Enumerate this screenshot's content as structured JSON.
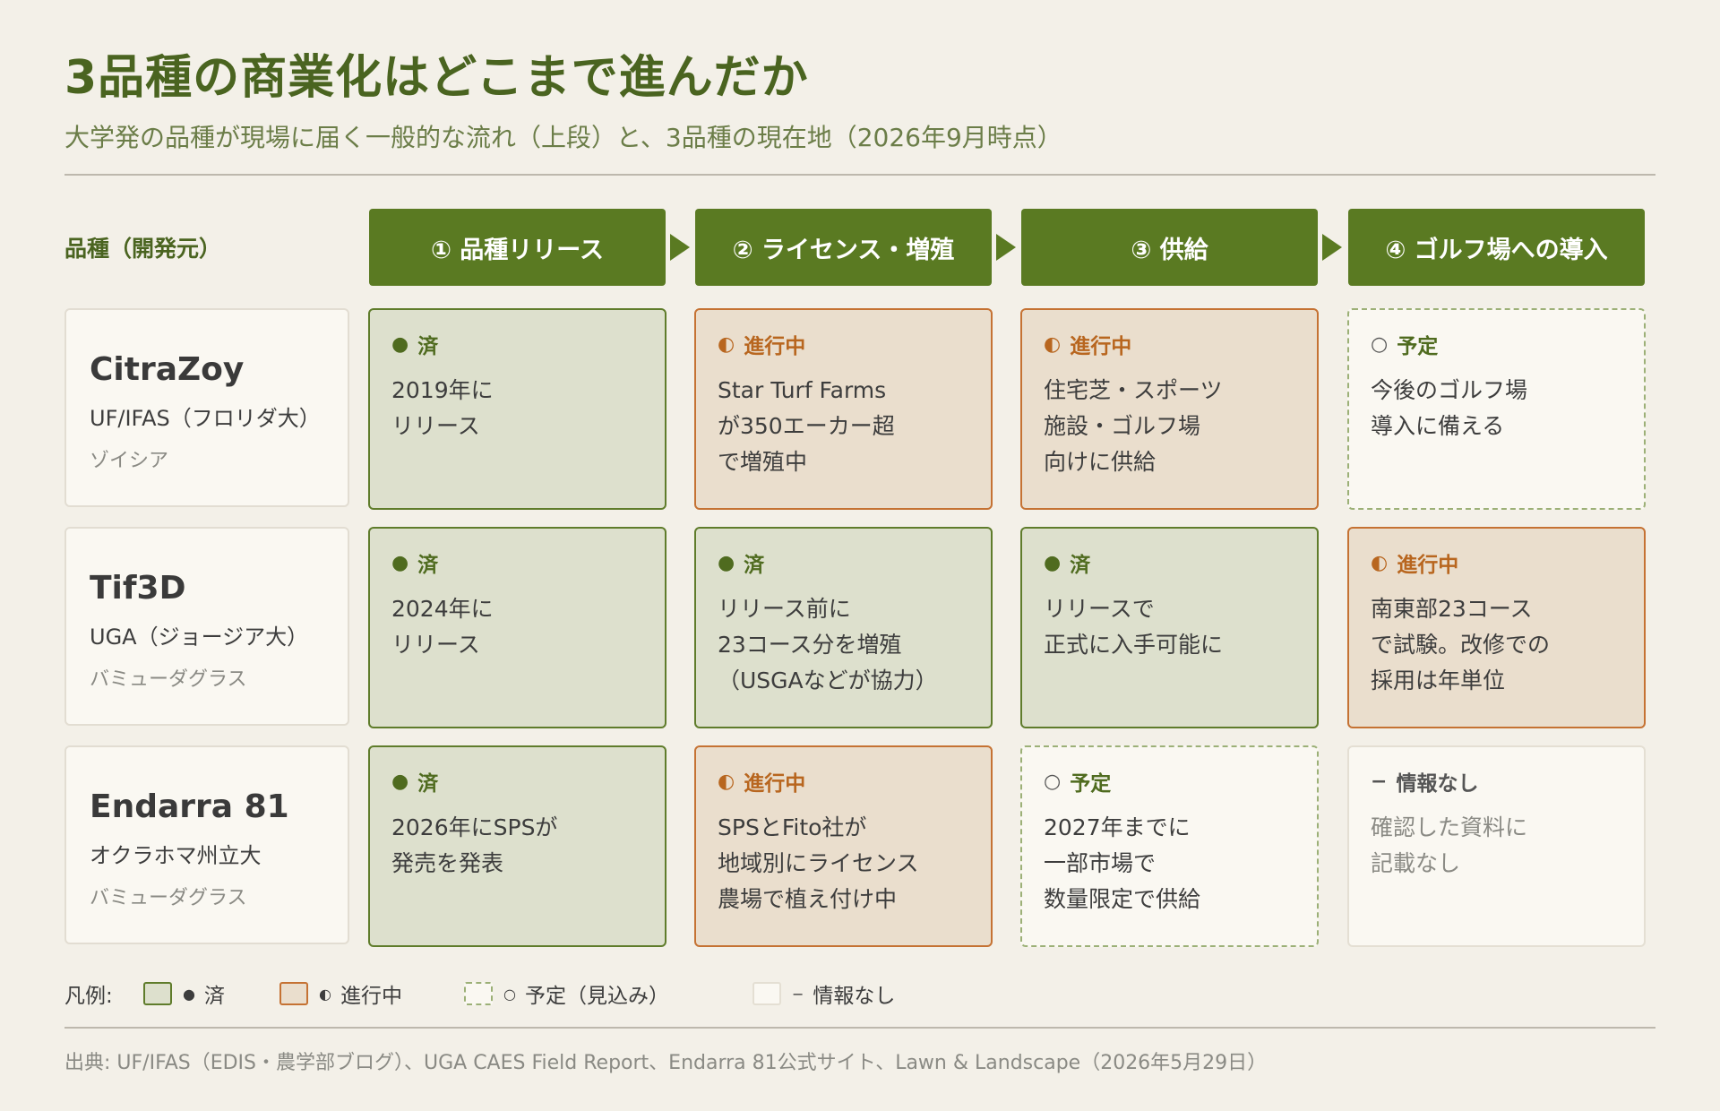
{
  "title": "3品種の商業化はどこまで進んだか",
  "subtitle": "大学発の品種が現場に届く一般的な流れ（上段）と、3品種の現在地（2026年9月時点）",
  "column_label": "品種（開発元）",
  "stages": [
    "① 品種リリース",
    "② ライセンス・増殖",
    "③ 供給",
    "④ ゴルフ場への導入"
  ],
  "colors": {
    "accent": "#5a7a22",
    "done_fill": "#dde0cd",
    "done_border": "#5f7c2b",
    "progress_fill": "#eadecd",
    "progress_border": "#c57233",
    "planned_border": "#9cb077"
  },
  "varieties": [
    {
      "name": "CitraZoy",
      "developer": "UF/IFAS（フロリダ大）",
      "grass": "ゾイシア",
      "cells": [
        {
          "kind": "done",
          "symbol": "●",
          "status": "済",
          "lines": [
            "2019年に",
            "リリース"
          ]
        },
        {
          "kind": "prog",
          "symbol": "◐",
          "status": "進行中",
          "lines": [
            "Star Turf Farms",
            "が350エーカー超",
            "で増殖中"
          ]
        },
        {
          "kind": "prog",
          "symbol": "◐",
          "status": "進行中",
          "lines": [
            "住宅芝・スポーツ",
            "施設・ゴルフ場",
            "向けに供給"
          ]
        },
        {
          "kind": "plan",
          "symbol": "○",
          "status": "予定",
          "lines": [
            "今後のゴルフ場",
            "導入に備える"
          ]
        }
      ]
    },
    {
      "name": "Tif3D",
      "developer": "UGA（ジョージア大）",
      "grass": "バミューダグラス",
      "cells": [
        {
          "kind": "done",
          "symbol": "●",
          "status": "済",
          "lines": [
            "2024年に",
            "リリース"
          ]
        },
        {
          "kind": "done",
          "symbol": "●",
          "status": "済",
          "lines": [
            "リリース前に",
            "23コース分を増殖",
            "（USGAなどが協力）"
          ]
        },
        {
          "kind": "done",
          "symbol": "●",
          "status": "済",
          "lines": [
            "リリースで",
            "正式に入手可能に"
          ]
        },
        {
          "kind": "prog",
          "symbol": "◐",
          "status": "進行中",
          "lines": [
            "南東部23コース",
            "で試験。改修での",
            "採用は年単位"
          ]
        }
      ]
    },
    {
      "name": "Endarra 81",
      "developer": "オクラホマ州立大",
      "grass": "バミューダグラス",
      "cells": [
        {
          "kind": "done",
          "symbol": "●",
          "status": "済",
          "lines": [
            "2026年にSPSが",
            "発売を発表"
          ]
        },
        {
          "kind": "prog",
          "symbol": "◐",
          "status": "進行中",
          "lines": [
            "SPSとFito社が",
            "地域別にライセンス",
            "農場で植え付け中"
          ]
        },
        {
          "kind": "plan",
          "symbol": "○",
          "status": "予定",
          "lines": [
            "2027年までに",
            "一部市場で",
            "数量限定で供給"
          ]
        },
        {
          "kind": "none",
          "symbol": "−",
          "status": "情報なし",
          "lines": [
            "確認した資料に",
            "記載なし"
          ]
        }
      ]
    }
  ],
  "legend": {
    "title": "凡例:",
    "items": [
      {
        "kind": "done",
        "symbol": "●",
        "label": "済"
      },
      {
        "kind": "prog",
        "symbol": "◐",
        "label": "進行中"
      },
      {
        "kind": "plan",
        "symbol": "○",
        "label": "予定（見込み）"
      },
      {
        "kind": "none",
        "symbol": "−",
        "label": "情報なし"
      }
    ]
  },
  "source": "出典: UF/IFAS（EDIS・農学部ブログ）、UGA CAES Field Report、Endarra 81公式サイト、Lawn & Landscape（2026年5月29日）"
}
